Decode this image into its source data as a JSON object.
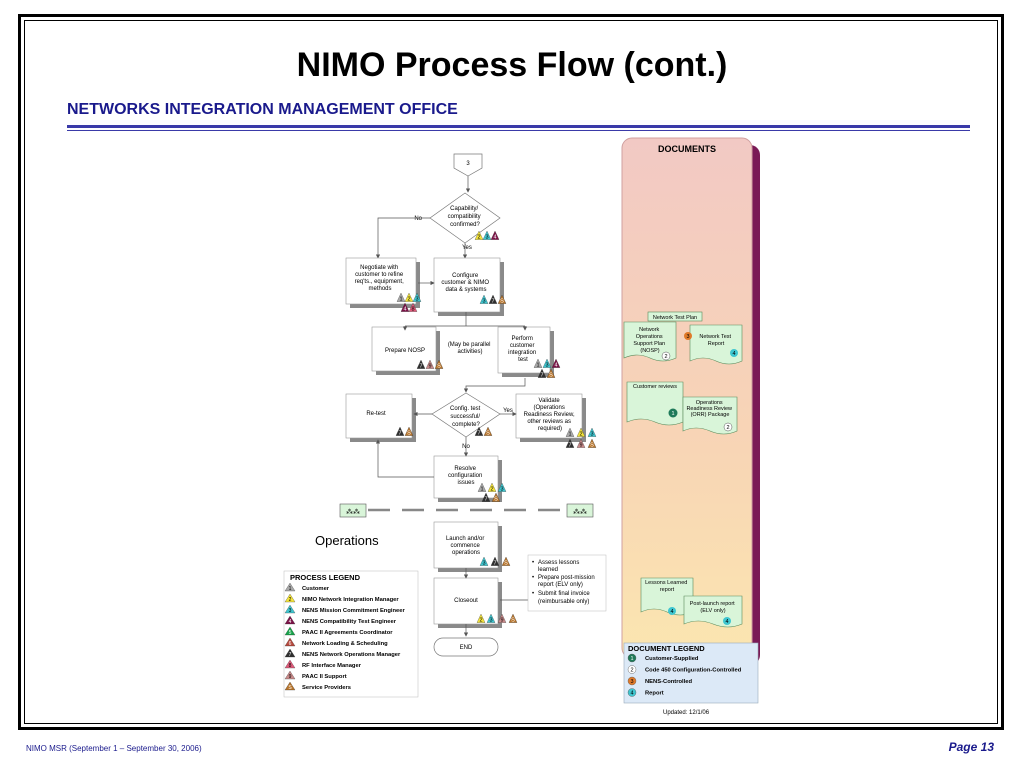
{
  "title": "NIMO Process Flow (cont.)",
  "subtitle": "NETWORKS INTEGRATION MANAGEMENT OFFICE",
  "footer": {
    "left": "NIMO MSR (September 1 – September 30, 2006)",
    "right": "Page 13"
  },
  "flow": {
    "connector_start": "3",
    "decision_capability": [
      "Capability/",
      "compatibility",
      "confirmed?"
    ],
    "no_label": "No",
    "yes_label": "Yes",
    "negotiate": [
      "Negotiate with",
      "customer to refine",
      "req'ts., equipment,",
      "methods"
    ],
    "configure": [
      "Configure",
      "customer & NIMO",
      "data & systems"
    ],
    "prepare_nosp": "Prepare NOSP",
    "parallel_note": [
      "(May be parallel",
      "activities)"
    ],
    "perform_test": [
      "Perform",
      "customer",
      "integration",
      "test"
    ],
    "retest": "Re-test",
    "decision_config": [
      "Config. test",
      "successful/",
      "complete?"
    ],
    "validate": [
      "Validate",
      "(Operations",
      "Readiness Review,",
      "other reviews as",
      "required)"
    ],
    "resolve": [
      "Resolve",
      "configuration",
      "issues"
    ],
    "launch": [
      "Launch and/or",
      "commence",
      "operations"
    ],
    "closeout": "Closeout",
    "end": "END",
    "operations_label": "Operations",
    "bullets": [
      "Assess lessons",
      "learned",
      "Prepare post-mission",
      "report (ELV only)",
      "Submit final invoice",
      "(reimbursable only)"
    ]
  },
  "process_legend": {
    "title": "PROCESS LEGEND",
    "items": [
      {
        "num": "1",
        "label": "Customer",
        "color": "#a9a9a9"
      },
      {
        "num": "2",
        "label": "NIMO Network Integration Manager",
        "color": "#f5e53b"
      },
      {
        "num": "3",
        "label": "NENS Mission Commitment Engineer",
        "color": "#3fc6d0"
      },
      {
        "num": "4",
        "label": "NENS Compatibility Test Engineer",
        "color": "#7b1146"
      },
      {
        "num": "5",
        "label": "PAAC II Agreements Coordinator",
        "color": "#16a34a"
      },
      {
        "num": "6",
        "label": "Network Loading & Scheduling",
        "color": "#b5473b"
      },
      {
        "num": "7",
        "label": "NENS Network Operations Manager",
        "color": "#2f2f2f"
      },
      {
        "num": "8",
        "label": "RF Interface Manager",
        "color": "#e05a7a"
      },
      {
        "num": "9",
        "label": "PAAC II Support",
        "color": "#c98a8a"
      },
      {
        "num": "S",
        "label": "Service Providers",
        "color": "#b8742a"
      }
    ]
  },
  "documents": {
    "title": "DOCUMENTS",
    "network_test_plan": "Network Test Plan",
    "nosp": [
      "Network",
      "Operations",
      "Support Plan",
      "(NOSP)"
    ],
    "network_test_report": [
      "Network Test",
      "Report"
    ],
    "customer_reviews": "Customer reviews",
    "orr_package": [
      "Operations",
      "Readiness Review",
      "(ORR) Package"
    ],
    "lessons_learned": [
      "Lessons Learned",
      "report"
    ],
    "post_launch": [
      "Post-launch report",
      "(ELV only)"
    ],
    "updated": "Updated:  12/1/06"
  },
  "document_legend": {
    "title": "DOCUMENT LEGEND",
    "items": [
      {
        "num": "1",
        "label": "Customer-Supplied",
        "color": "#1f7a5a"
      },
      {
        "num": "2",
        "label": "Code 450 Configuration-Controlled",
        "color": "#ffffff"
      },
      {
        "num": "3",
        "label": "NENS-Controlled",
        "color": "#e07a2a"
      },
      {
        "num": "4",
        "label": "Report",
        "color": "#3fc6d0"
      }
    ]
  }
}
